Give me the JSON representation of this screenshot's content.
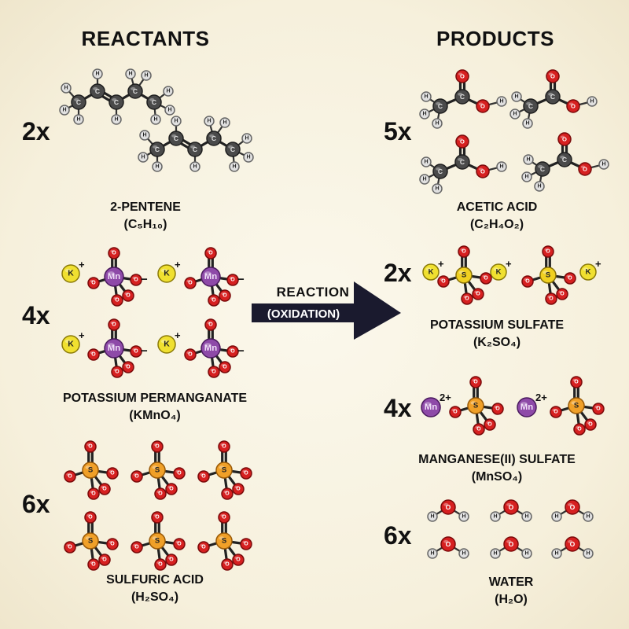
{
  "headings": {
    "reactants": "REACTANTS",
    "products": "PRODUCTS"
  },
  "arrow": {
    "line1": "REACTION",
    "line2": "(OXIDATION)",
    "color": "#1a1a2e"
  },
  "atoms": {
    "C": {
      "fill": "#4a4a4a",
      "stroke": "#1e1e1e",
      "text": "#dddddd"
    },
    "H": {
      "fill": "#e0e0e0",
      "stroke": "#666666",
      "text": "#222222"
    },
    "O": {
      "fill": "#d62020",
      "stroke": "#7a0a0a",
      "text": "#ffffff"
    },
    "S": {
      "fill": "#f0a028",
      "stroke": "#9a5a08",
      "text": "#222222"
    },
    "SY": {
      "fill": "#f0d020",
      "stroke": "#8a7208",
      "text": "#222222"
    },
    "K": {
      "fill": "#f0e030",
      "stroke": "#8a7a08",
      "text": "#222222"
    },
    "Mn": {
      "fill": "#8e4aa8",
      "stroke": "#4a1a5e",
      "text": "#f0e0f8"
    }
  },
  "reactants": [
    {
      "id": "pentene",
      "multiplier": "2x",
      "name": "2-PENTENE",
      "formula": "(C₅H₁₀)"
    },
    {
      "id": "kmno4",
      "multiplier": "4x",
      "name": "POTASSIUM PERMANGANATE",
      "formula": "(KMnO₄)",
      "ion_charge": "+",
      "anion_charge": "−"
    },
    {
      "id": "h2so4",
      "multiplier": "6x",
      "name": "SULFURIC ACID",
      "formula": "(H₂SO₄)"
    }
  ],
  "products": [
    {
      "id": "acetic",
      "multiplier": "5x",
      "name": "ACETIC ACID",
      "formula": "(C₂H₄O₂)"
    },
    {
      "id": "k2so4",
      "multiplier": "2x",
      "name": "POTASSIUM SULFATE",
      "formula": "(K₂SO₄)",
      "ion_charge": "+"
    },
    {
      "id": "mnso4",
      "multiplier": "4x",
      "name": "MANGANESE(II) SULFATE",
      "formula": "(MnSO₄)",
      "ion_charge": "2+"
    },
    {
      "id": "water",
      "multiplier": "6x",
      "name": "WATER",
      "formula": "(H₂O)"
    }
  ]
}
